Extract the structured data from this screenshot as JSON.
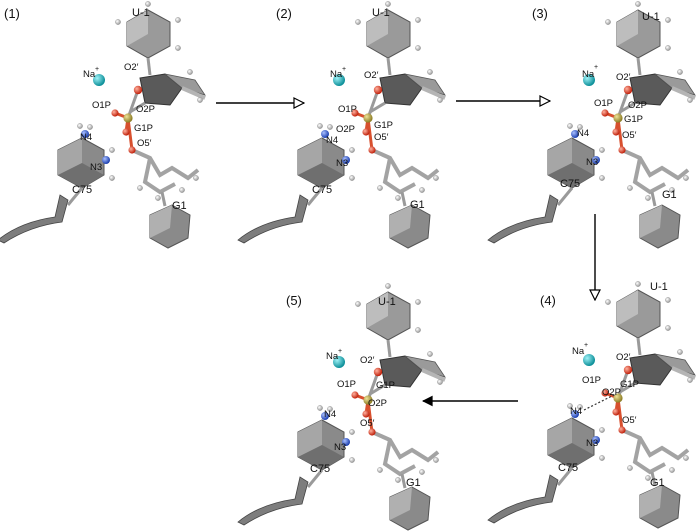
{
  "figure": {
    "panels": [
      {
        "id": "1",
        "label": "(1)",
        "labels": {
          "u1": "U-1",
          "na": "Na",
          "na_charge": "+",
          "o2p": "O2′",
          "o1p": "O1P",
          "o2p_label": "O2P",
          "g1p": "G1P",
          "n4": "N4",
          "n3": "N3",
          "o5p": "O5′",
          "c75": "C75",
          "g1": "G1"
        }
      },
      {
        "id": "2",
        "label": "(2)",
        "labels": {
          "u1": "U-1",
          "na": "Na",
          "na_charge": "+",
          "o2p": "O2′",
          "o1p": "O1P",
          "o2p_label": "O2P",
          "g1p": "G1P",
          "n4": "N4",
          "n3": "N3",
          "o5p": "O5′",
          "c75": "C75",
          "g1": "G1"
        }
      },
      {
        "id": "3",
        "label": "(3)",
        "labels": {
          "u1": "U-1",
          "na": "Na",
          "na_charge": "+",
          "o2p": "O2′",
          "o1p": "O1P",
          "o2p_label": "O2P",
          "g1p": "G1P",
          "n4": "N4",
          "n3": "N3",
          "o5p": "O5′",
          "c75": "C75",
          "g1": "G1"
        }
      },
      {
        "id": "4",
        "label": "(4)",
        "labels": {
          "u1": "U-1",
          "na": "Na",
          "na_charge": "+",
          "o2p": "O2′",
          "o1p": "O1P",
          "o2p_label": "O2P",
          "g1p": "G1P",
          "n4": "N4",
          "n3": "N3",
          "o5p": "O5′",
          "c75": "C75",
          "g1": "G1"
        }
      },
      {
        "id": "5",
        "label": "(5)",
        "labels": {
          "u1": "U-1",
          "na": "Na",
          "na_charge": "+",
          "o2p": "O2′",
          "o1p": "O1P",
          "o2p_label": "O2P",
          "g1p": "G1P",
          "n4": "N4",
          "n3": "N3",
          "o5p": "O5′",
          "c75": "C75",
          "g1": "G1"
        }
      }
    ],
    "colors": {
      "background": "#ffffff",
      "ring_fill": "#8a8a8a",
      "ring_fill_light": "#c8c8c8",
      "ring_stroke": "#555555",
      "bond": "#9a9a9a",
      "hydrogen": "#cfcfcf",
      "nitrogen": "#2e5cd6",
      "oxygen": "#e0381c",
      "phosphorus": "#b5a43b",
      "sodium": "#1fb8c4",
      "backbone": "#7d7d7d",
      "arrow": "#000000"
    },
    "arrows": [
      {
        "from": "1",
        "to": "2",
        "style": "open-head"
      },
      {
        "from": "2",
        "to": "3",
        "style": "open-head"
      },
      {
        "from": "3",
        "to": "4",
        "style": "open-head"
      },
      {
        "from": "4",
        "to": "5",
        "style": "filled-head"
      }
    ]
  }
}
